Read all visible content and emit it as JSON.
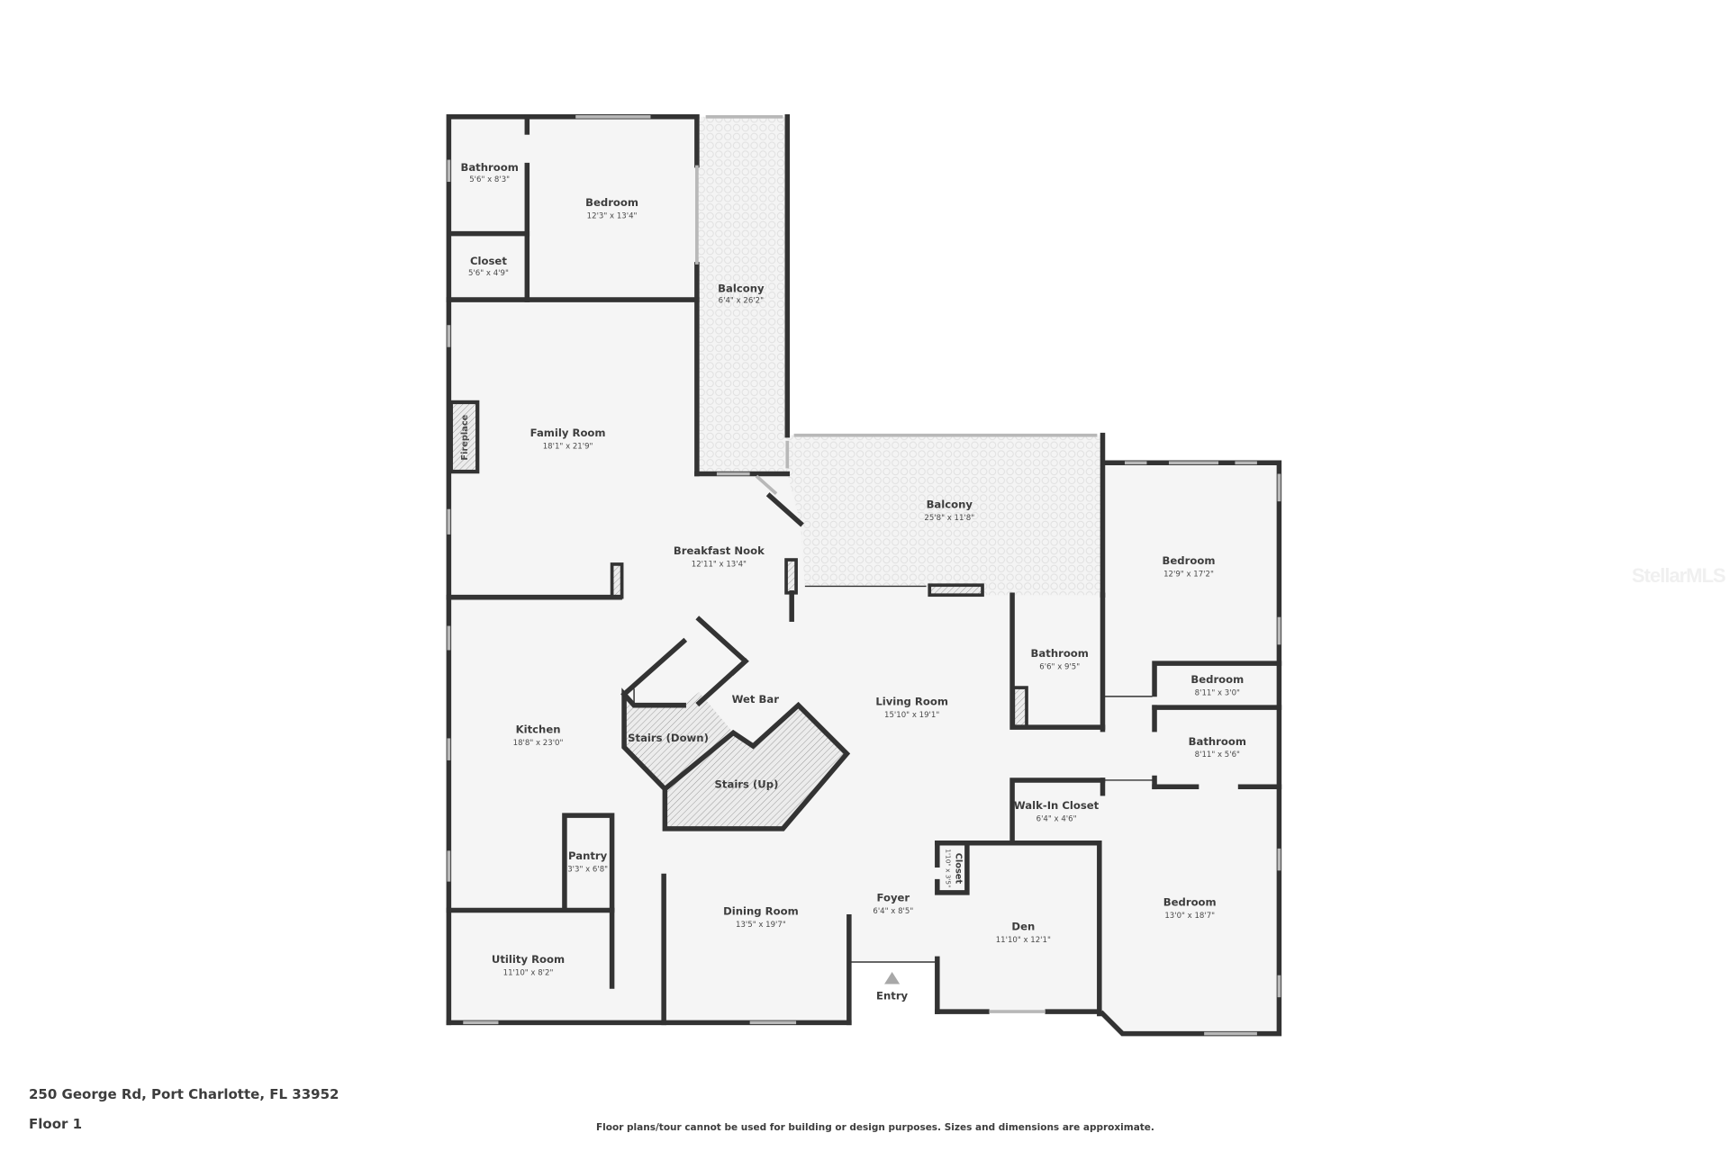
{
  "plan": {
    "floor_color": "#f5f5f5",
    "wall_color": "#333333",
    "balcony_pattern_color": "#e2e2e2",
    "rooms": {
      "bathroom_nw": {
        "name": "Bathroom",
        "dims": "5'6\" x 8'3\""
      },
      "closet_nw": {
        "name": "Closet",
        "dims": "5'6\" x 4'9\""
      },
      "bedroom_nw": {
        "name": "Bedroom",
        "dims": "12'3\" x 13'4\""
      },
      "balcony_north": {
        "name": "Balcony",
        "dims": "6'4\" x 26'2\""
      },
      "family_room": {
        "name": "Family Room",
        "dims": "18'1\" x 21'9\""
      },
      "fireplace": {
        "name": "Fireplace"
      },
      "breakfast_nook": {
        "name": "Breakfast Nook",
        "dims": "12'11\" x 13'4\""
      },
      "balcony_east": {
        "name": "Balcony",
        "dims": "25'8\" x 11'8\""
      },
      "bedroom_ne": {
        "name": "Bedroom",
        "dims": "12'9\" x 17'2\""
      },
      "bathroom_center": {
        "name": "Bathroom",
        "dims": "6'6\" x 9'5\""
      },
      "bedroom_small": {
        "name": "Bedroom",
        "dims": "8'11\" x 3'0\""
      },
      "bathroom_east": {
        "name": "Bathroom",
        "dims": "8'11\" x 5'6\""
      },
      "wet_bar": {
        "name": "Wet Bar"
      },
      "stairs_down": {
        "name": "Stairs (Down)"
      },
      "stairs_up": {
        "name": "Stairs (Up)"
      },
      "living_room": {
        "name": "Living Room",
        "dims": "15'10\" x 19'1\""
      },
      "kitchen": {
        "name": "Kitchen",
        "dims": "18'8\" x 23'0\""
      },
      "pantry": {
        "name": "Pantry",
        "dims": "3'3\" x 6'8\""
      },
      "utility_room": {
        "name": "Utility Room",
        "dims": "11'10\" x 8'2\""
      },
      "dining_room": {
        "name": "Dining Room",
        "dims": "13'5\" x 19'7\""
      },
      "foyer": {
        "name": "Foyer",
        "dims": "6'4\" x 8'5\""
      },
      "walk_in_closet": {
        "name": "Walk-In Closet",
        "dims": "6'4\" x 4'6\""
      },
      "closet_foyer": {
        "name": "Closet",
        "dims": "1'10\" x 3'5\""
      },
      "den": {
        "name": "Den",
        "dims": "11'10\" x 12'1\""
      },
      "bedroom_se": {
        "name": "Bedroom",
        "dims": "13'0\" x 18'7\""
      }
    },
    "entry_label": "Entry"
  },
  "footer": {
    "address": "250 George Rd, Port Charlotte, FL 33952",
    "floor": "Floor 1",
    "disclaimer": "Floor plans/tour cannot be used for building or design purposes. Sizes and dimensions are approximate."
  },
  "watermark": "StellarMLS"
}
